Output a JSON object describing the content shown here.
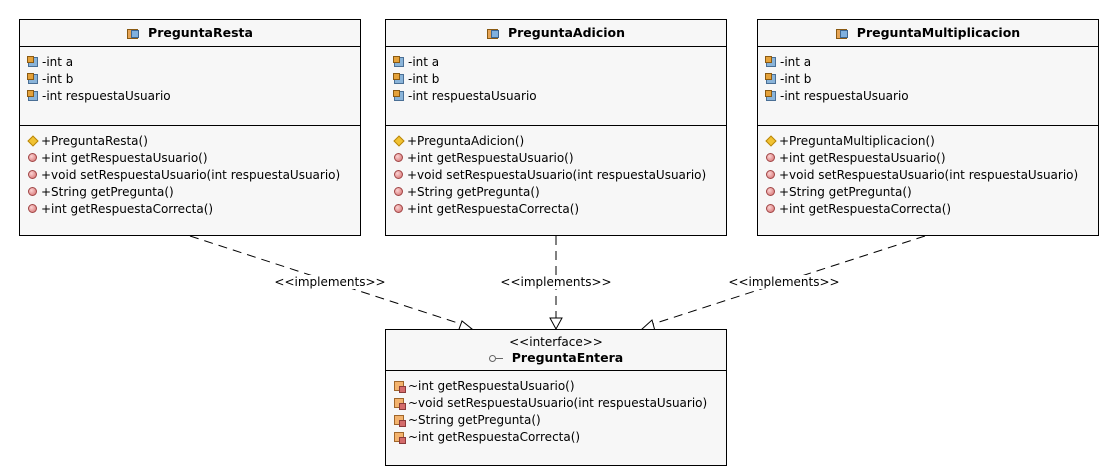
{
  "classes": [
    {
      "name": "PreguntaResta",
      "attributes": [
        "-int a",
        "-int b",
        "-int respuestaUsuario"
      ],
      "methods": [
        {
          "kind": "constructor",
          "text": "+PreguntaResta()"
        },
        {
          "kind": "method",
          "text": "+int getRespuestaUsuario()"
        },
        {
          "kind": "method",
          "text": "+void setRespuestaUsuario(int respuestaUsuario)"
        },
        {
          "kind": "method",
          "text": "+String getPregunta()"
        },
        {
          "kind": "method",
          "text": "+int getRespuestaCorrecta()"
        }
      ]
    },
    {
      "name": "PreguntaAdicion",
      "attributes": [
        "-int a",
        "-int b",
        "-int respuestaUsuario"
      ],
      "methods": [
        {
          "kind": "constructor",
          "text": "+PreguntaAdicion()"
        },
        {
          "kind": "method",
          "text": "+int getRespuestaUsuario()"
        },
        {
          "kind": "method",
          "text": "+void setRespuestaUsuario(int respuestaUsuario)"
        },
        {
          "kind": "method",
          "text": "+String getPregunta()"
        },
        {
          "kind": "method",
          "text": "+int getRespuestaCorrecta()"
        }
      ]
    },
    {
      "name": "PreguntaMultiplicacion",
      "attributes": [
        "-int a",
        "-int b",
        "-int respuestaUsuario"
      ],
      "methods": [
        {
          "kind": "constructor",
          "text": "+PreguntaMultiplicacion()"
        },
        {
          "kind": "method",
          "text": "+int getRespuestaUsuario()"
        },
        {
          "kind": "method",
          "text": "+void setRespuestaUsuario(int respuestaUsuario)"
        },
        {
          "kind": "method",
          "text": "+String getPregunta()"
        },
        {
          "kind": "method",
          "text": "+int getRespuestaCorrecta()"
        }
      ]
    }
  ],
  "interface": {
    "stereotype": "<<interface>>",
    "name": "PreguntaEntera",
    "methods": [
      "~int getRespuestaUsuario()",
      "~void setRespuestaUsuario(int respuestaUsuario)",
      "~String getPregunta()",
      "~int getRespuestaCorrecta()"
    ]
  },
  "relations": [
    {
      "from": "PreguntaResta",
      "to": "PreguntaEntera",
      "label": "<<implements>>"
    },
    {
      "from": "PreguntaAdicion",
      "to": "PreguntaEntera",
      "label": "<<implements>>"
    },
    {
      "from": "PreguntaMultiplicacion",
      "to": "PreguntaEntera",
      "label": "<<implements>>"
    }
  ],
  "colors": {
    "box_fill": "#f7f7f7",
    "border": "#000000"
  }
}
